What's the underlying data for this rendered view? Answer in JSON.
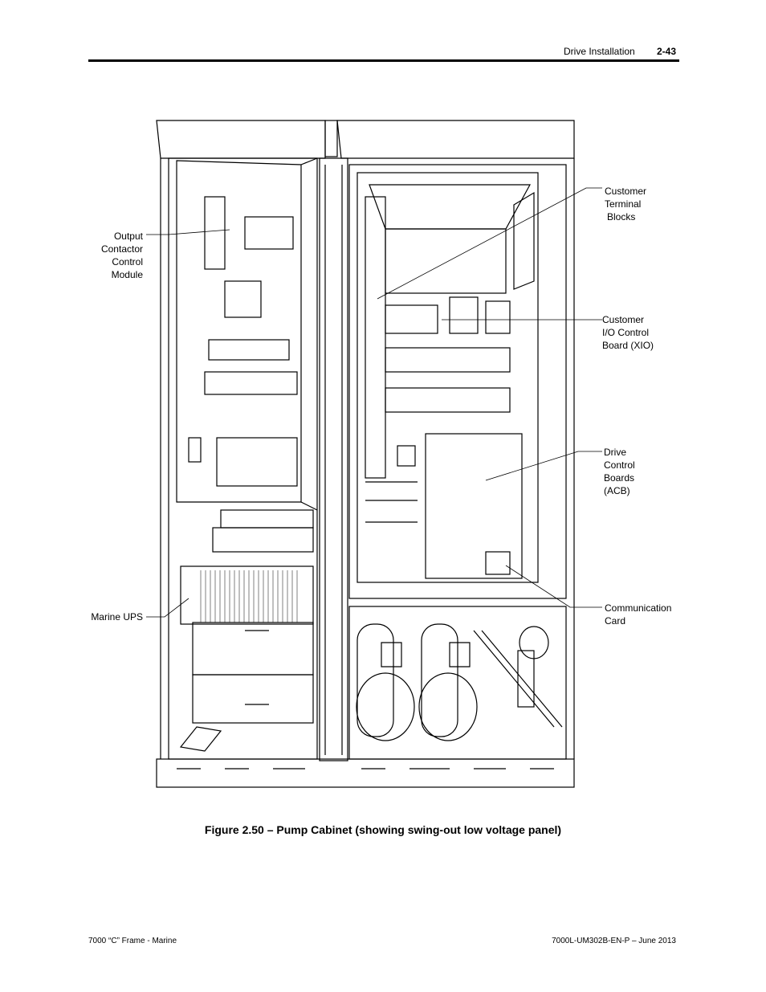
{
  "header": {
    "section": "Drive Installation",
    "page_number": "2-43"
  },
  "callouts": {
    "customer_terminal_blocks": [
      "Customer",
      "Terminal",
      "Blocks"
    ],
    "output_contactor_control_module": [
      "Output",
      "Contactor",
      "Control",
      "Module"
    ],
    "customer_io_control_board": [
      "Customer",
      "I/O Control",
      "Board (XIO)"
    ],
    "drive_control_boards": [
      "Drive",
      "Control",
      "Boards",
      "(ACB)"
    ],
    "communication_card": [
      "Communication",
      "Card"
    ],
    "marine_ups": [
      "Marine UPS"
    ]
  },
  "caption": "Figure 2.50 – Pump Cabinet (showing swing-out low voltage panel)",
  "footer": {
    "left": "7000 “C” Frame - Marine",
    "right": "7000L-UM302B-EN-P – June 2013"
  }
}
